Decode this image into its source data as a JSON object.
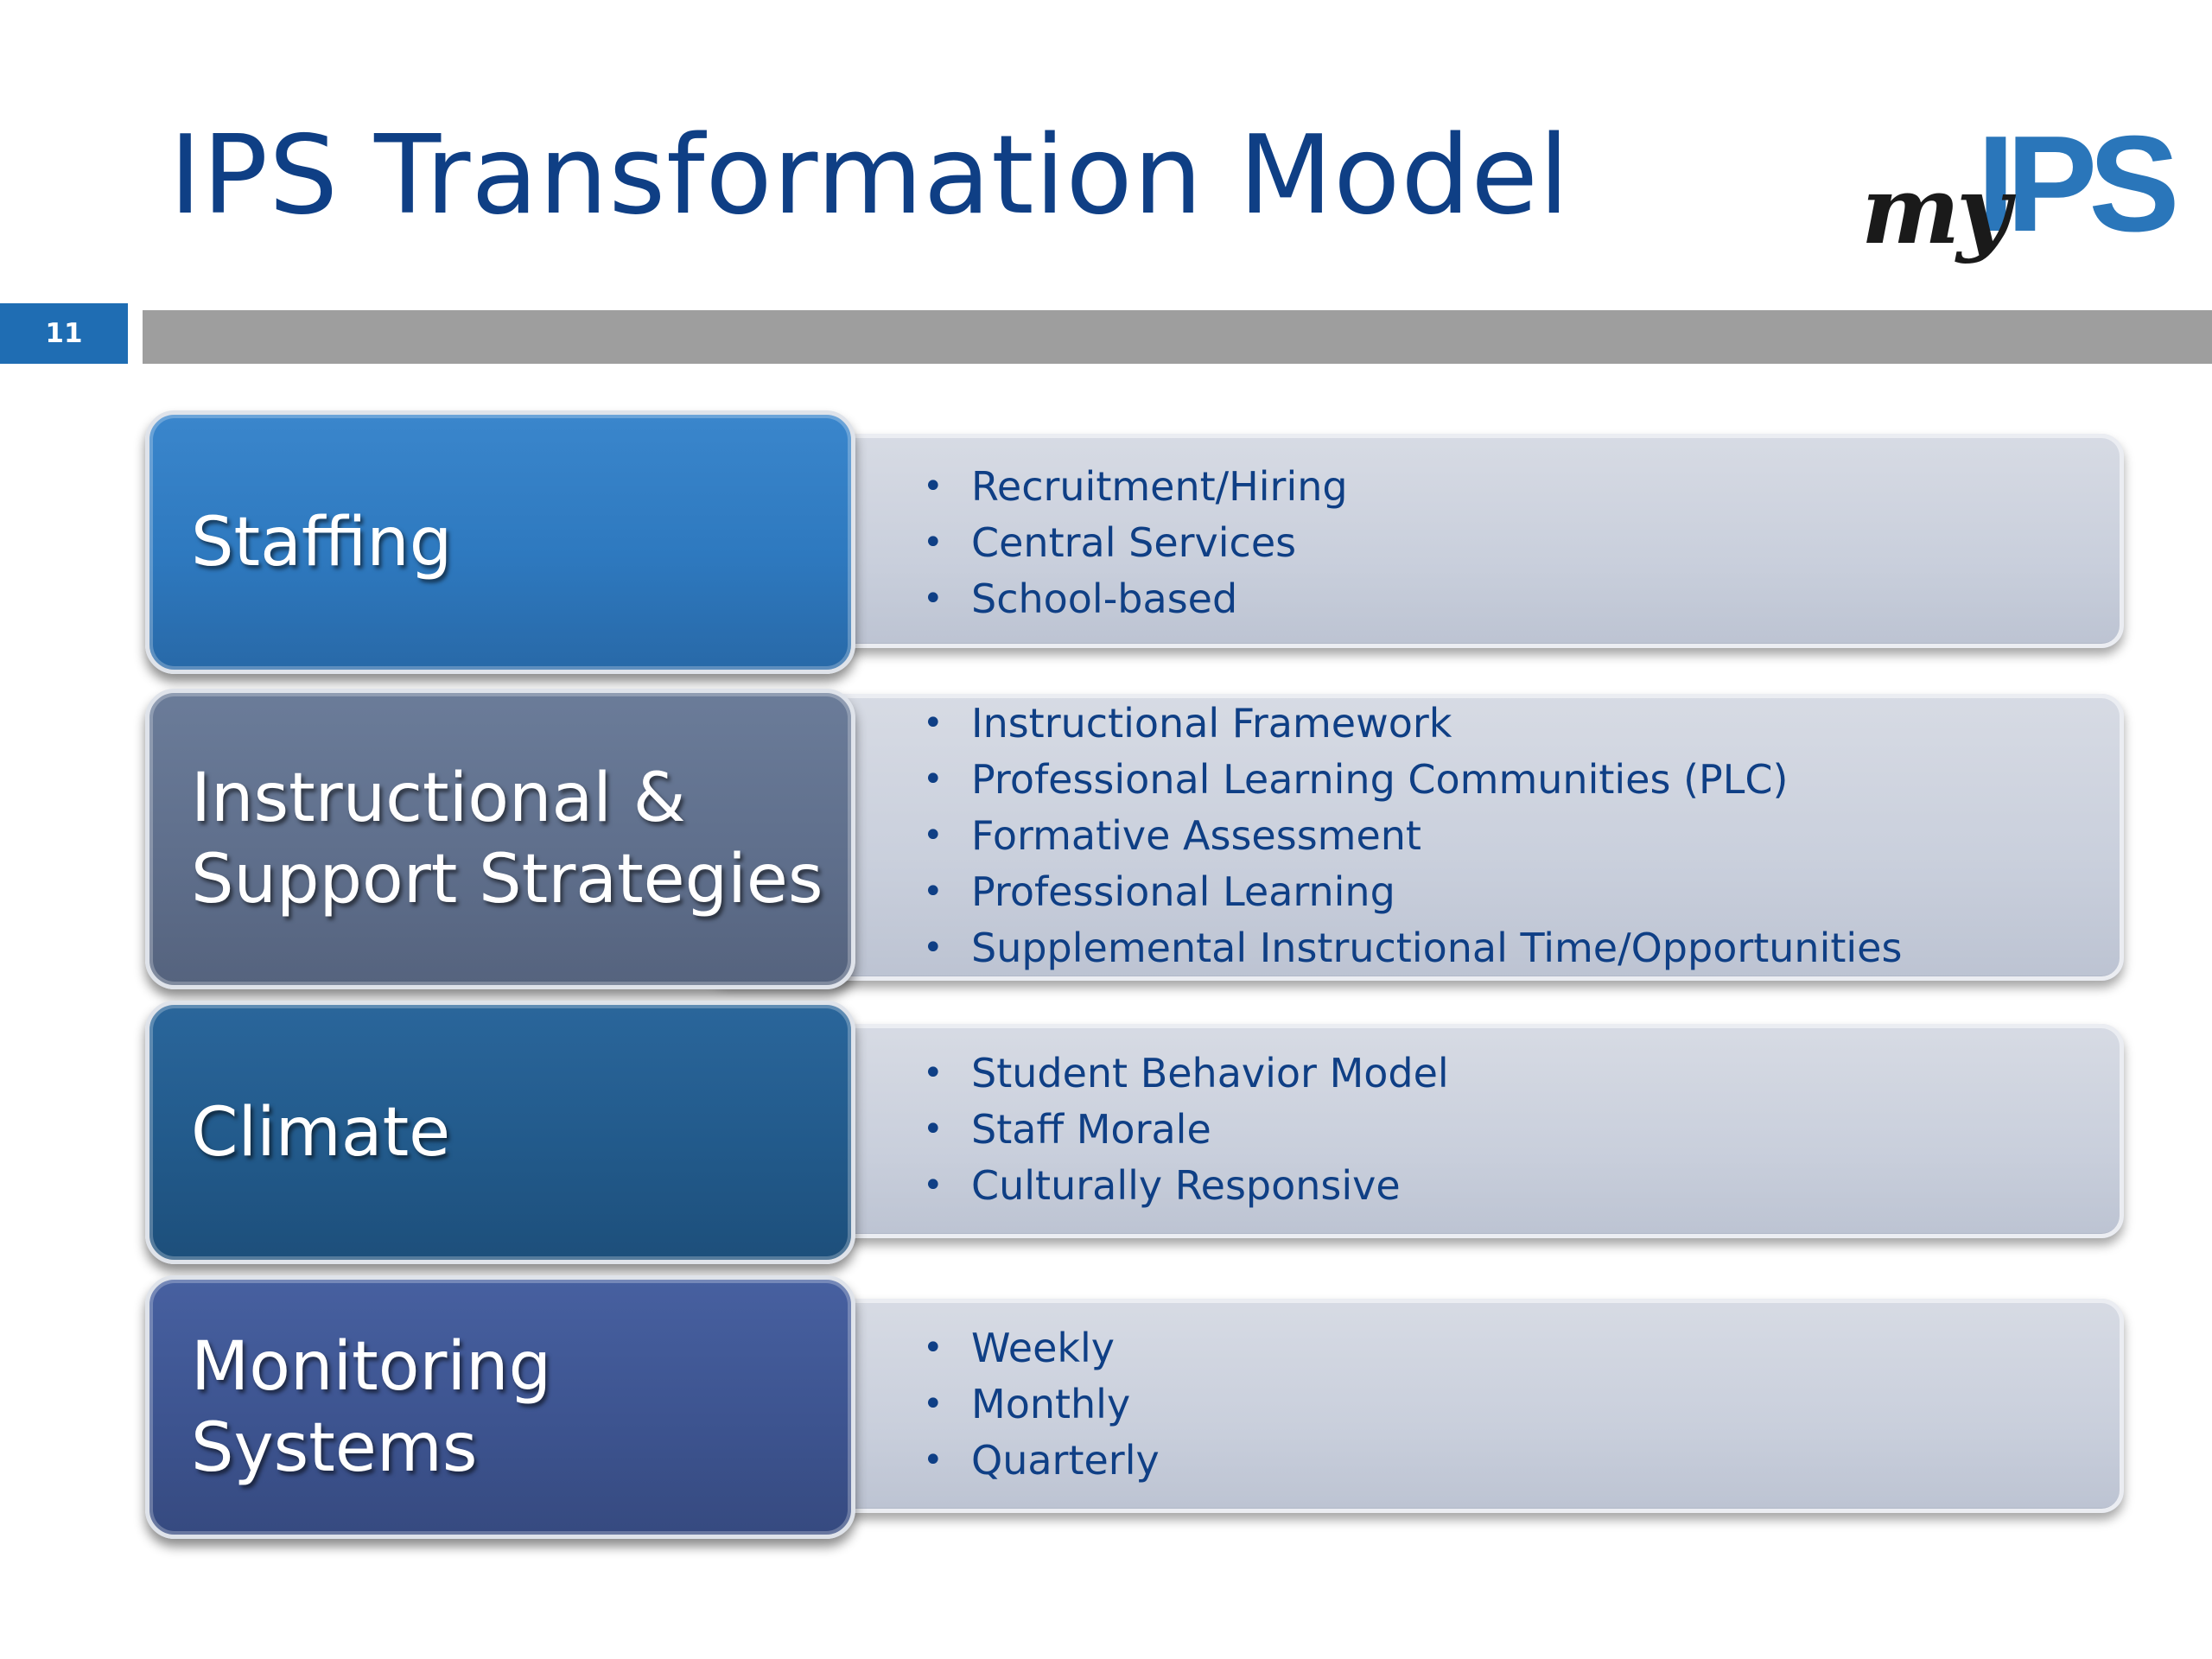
{
  "slide": {
    "title": "IPS Transformation Model",
    "number": "11"
  },
  "logo": {
    "my": "my",
    "ips": "IPS"
  },
  "colors": {
    "title": "#0f3f85",
    "accent_blue": "#1f6db3",
    "header_bar": "#9e9e9e",
    "detail_panel": "#c9cfdc"
  },
  "rows": [
    {
      "category": "Staffing",
      "color": "#2e79bf",
      "items": [
        "Recruitment/Hiring",
        "Central Services",
        "School-based"
      ]
    },
    {
      "category": "Instructional &\nSupport Strategies",
      "color": "#5f6f8c",
      "items": [
        "Instructional Framework",
        "Professional Learning Communities (PLC)",
        "Formative Assessment",
        "Professional Learning",
        "Supplemental Instructional Time/Opportunities"
      ]
    },
    {
      "category": "Climate",
      "color": "#225a8b",
      "items": [
        "Student Behavior Model",
        "Staff Morale",
        "Culturally Responsive"
      ]
    },
    {
      "category": "Monitoring Systems",
      "color": "#3d5490",
      "items": [
        "Weekly",
        "Monthly",
        "Quarterly"
      ]
    }
  ]
}
